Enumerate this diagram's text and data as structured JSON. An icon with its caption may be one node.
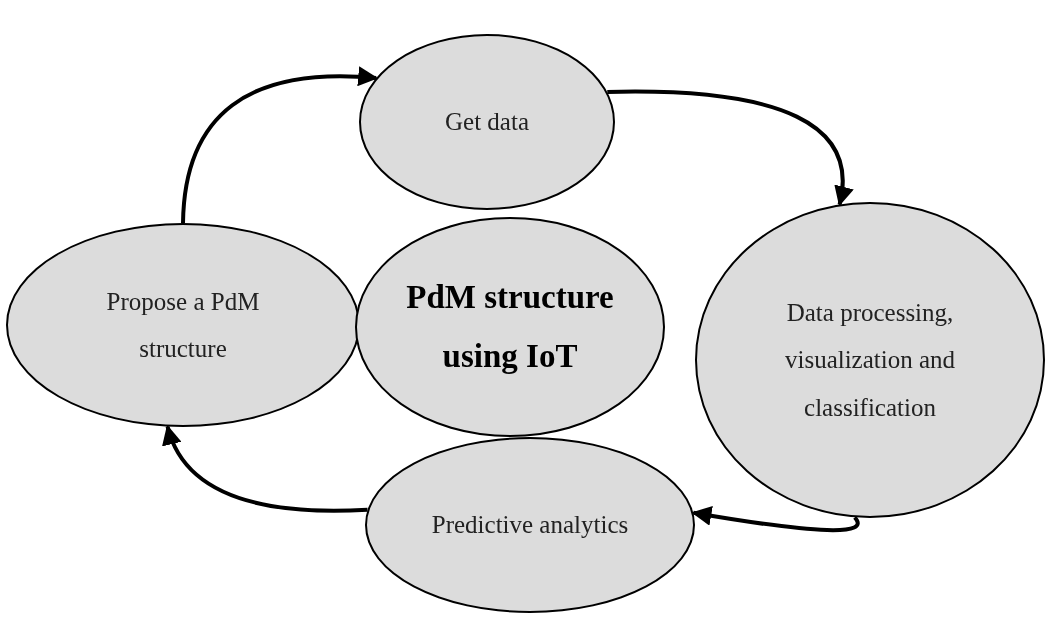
{
  "diagram": {
    "nodes": [
      {
        "text": [
          "Get data"
        ]
      },
      {
        "text": [
          "Propose a PdM structure"
        ]
      },
      {
        "text": [
          "PdM structure using IoT"
        ]
      },
      {
        "text": [
          "Data processing, visualization and classification"
        ]
      },
      {
        "text": [
          "Predictive analytics"
        ]
      }
    ],
    "edges": [
      {
        "from": 1,
        "to": 0,
        "arrow": "to"
      },
      {
        "from": 0,
        "to": 3,
        "arrow": "to"
      },
      {
        "from": 3,
        "to": 4,
        "arrow": "to"
      },
      {
        "from": 4,
        "to": 1,
        "arrow": "to"
      }
    ]
  }
}
